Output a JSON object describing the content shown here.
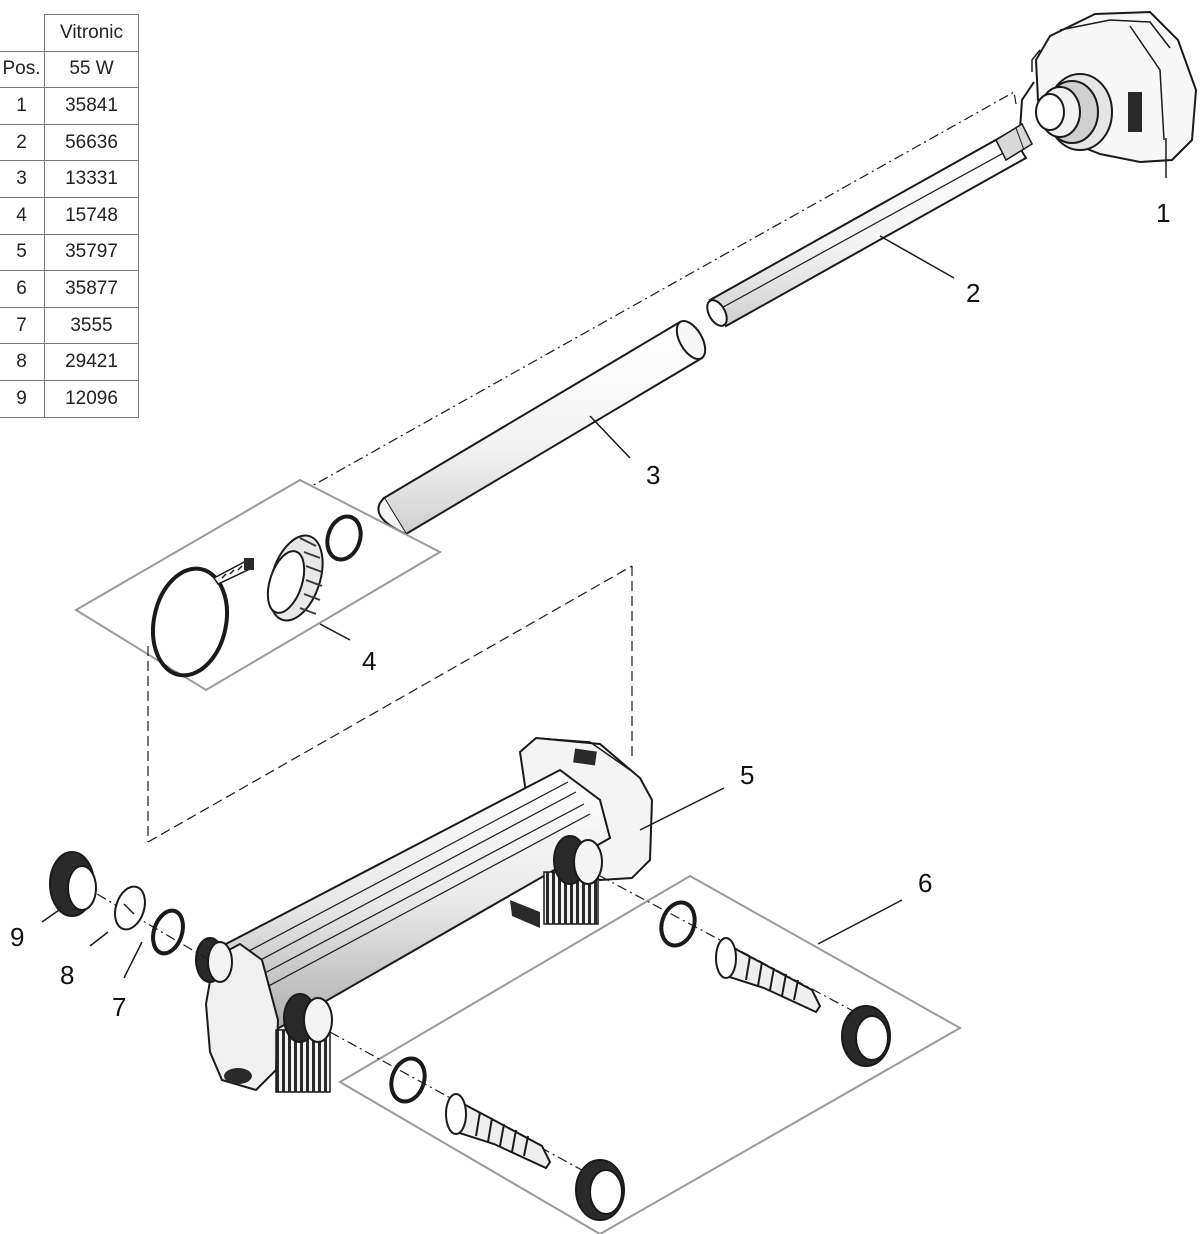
{
  "table": {
    "header_model": "Vitronic",
    "header_pos": "Pos.",
    "header_power": "55 W",
    "rows": [
      {
        "pos": "1",
        "part": "35841"
      },
      {
        "pos": "2",
        "part": "56636"
      },
      {
        "pos": "3",
        "part": "13331"
      },
      {
        "pos": "4",
        "part": "15748"
      },
      {
        "pos": "5",
        "part": "35797"
      },
      {
        "pos": "6",
        "part": "35877"
      },
      {
        "pos": "7",
        "part": "3555"
      },
      {
        "pos": "8",
        "part": "29421"
      },
      {
        "pos": "9",
        "part": "12096"
      }
    ]
  },
  "callouts": {
    "c1": "1",
    "c2": "2",
    "c3": "3",
    "c4": "4",
    "c5": "5",
    "c6": "6",
    "c7": "7",
    "c8": "8",
    "c9": "9"
  }
}
